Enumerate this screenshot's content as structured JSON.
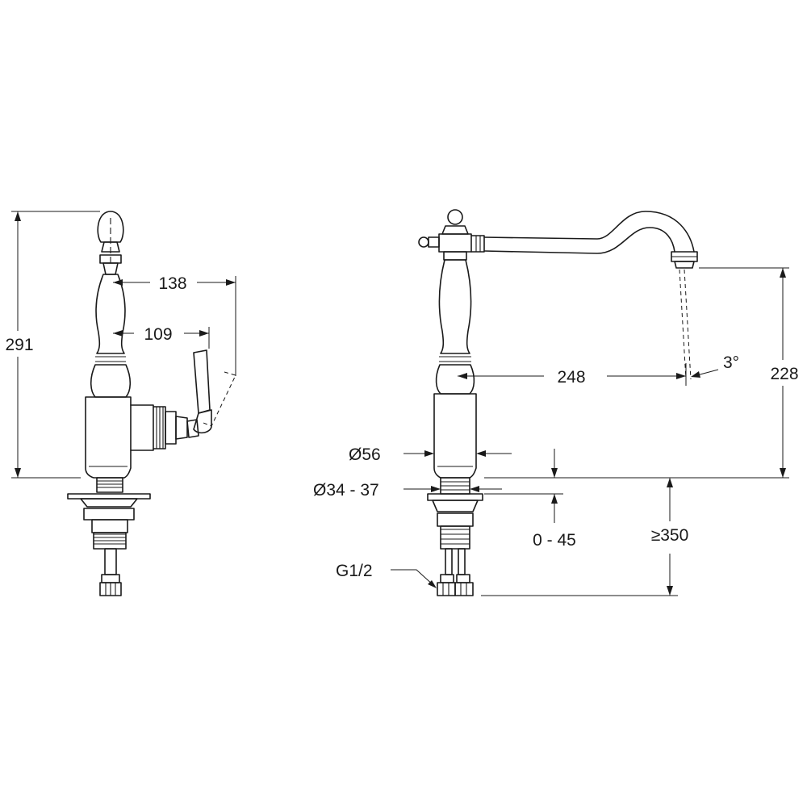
{
  "side_view": {
    "height_overall": "291",
    "reach_lever_outer": "138",
    "reach_lever_axis": "109"
  },
  "front_view": {
    "spout_reach": "248",
    "spout_angle": "3°",
    "spout_height": "228",
    "body_diameter": "Ø56",
    "hole_diameter": "Ø34 - 37",
    "deck_thickness": "0 - 45",
    "hose_length": "≥350",
    "connection_thread": "G1/2"
  }
}
